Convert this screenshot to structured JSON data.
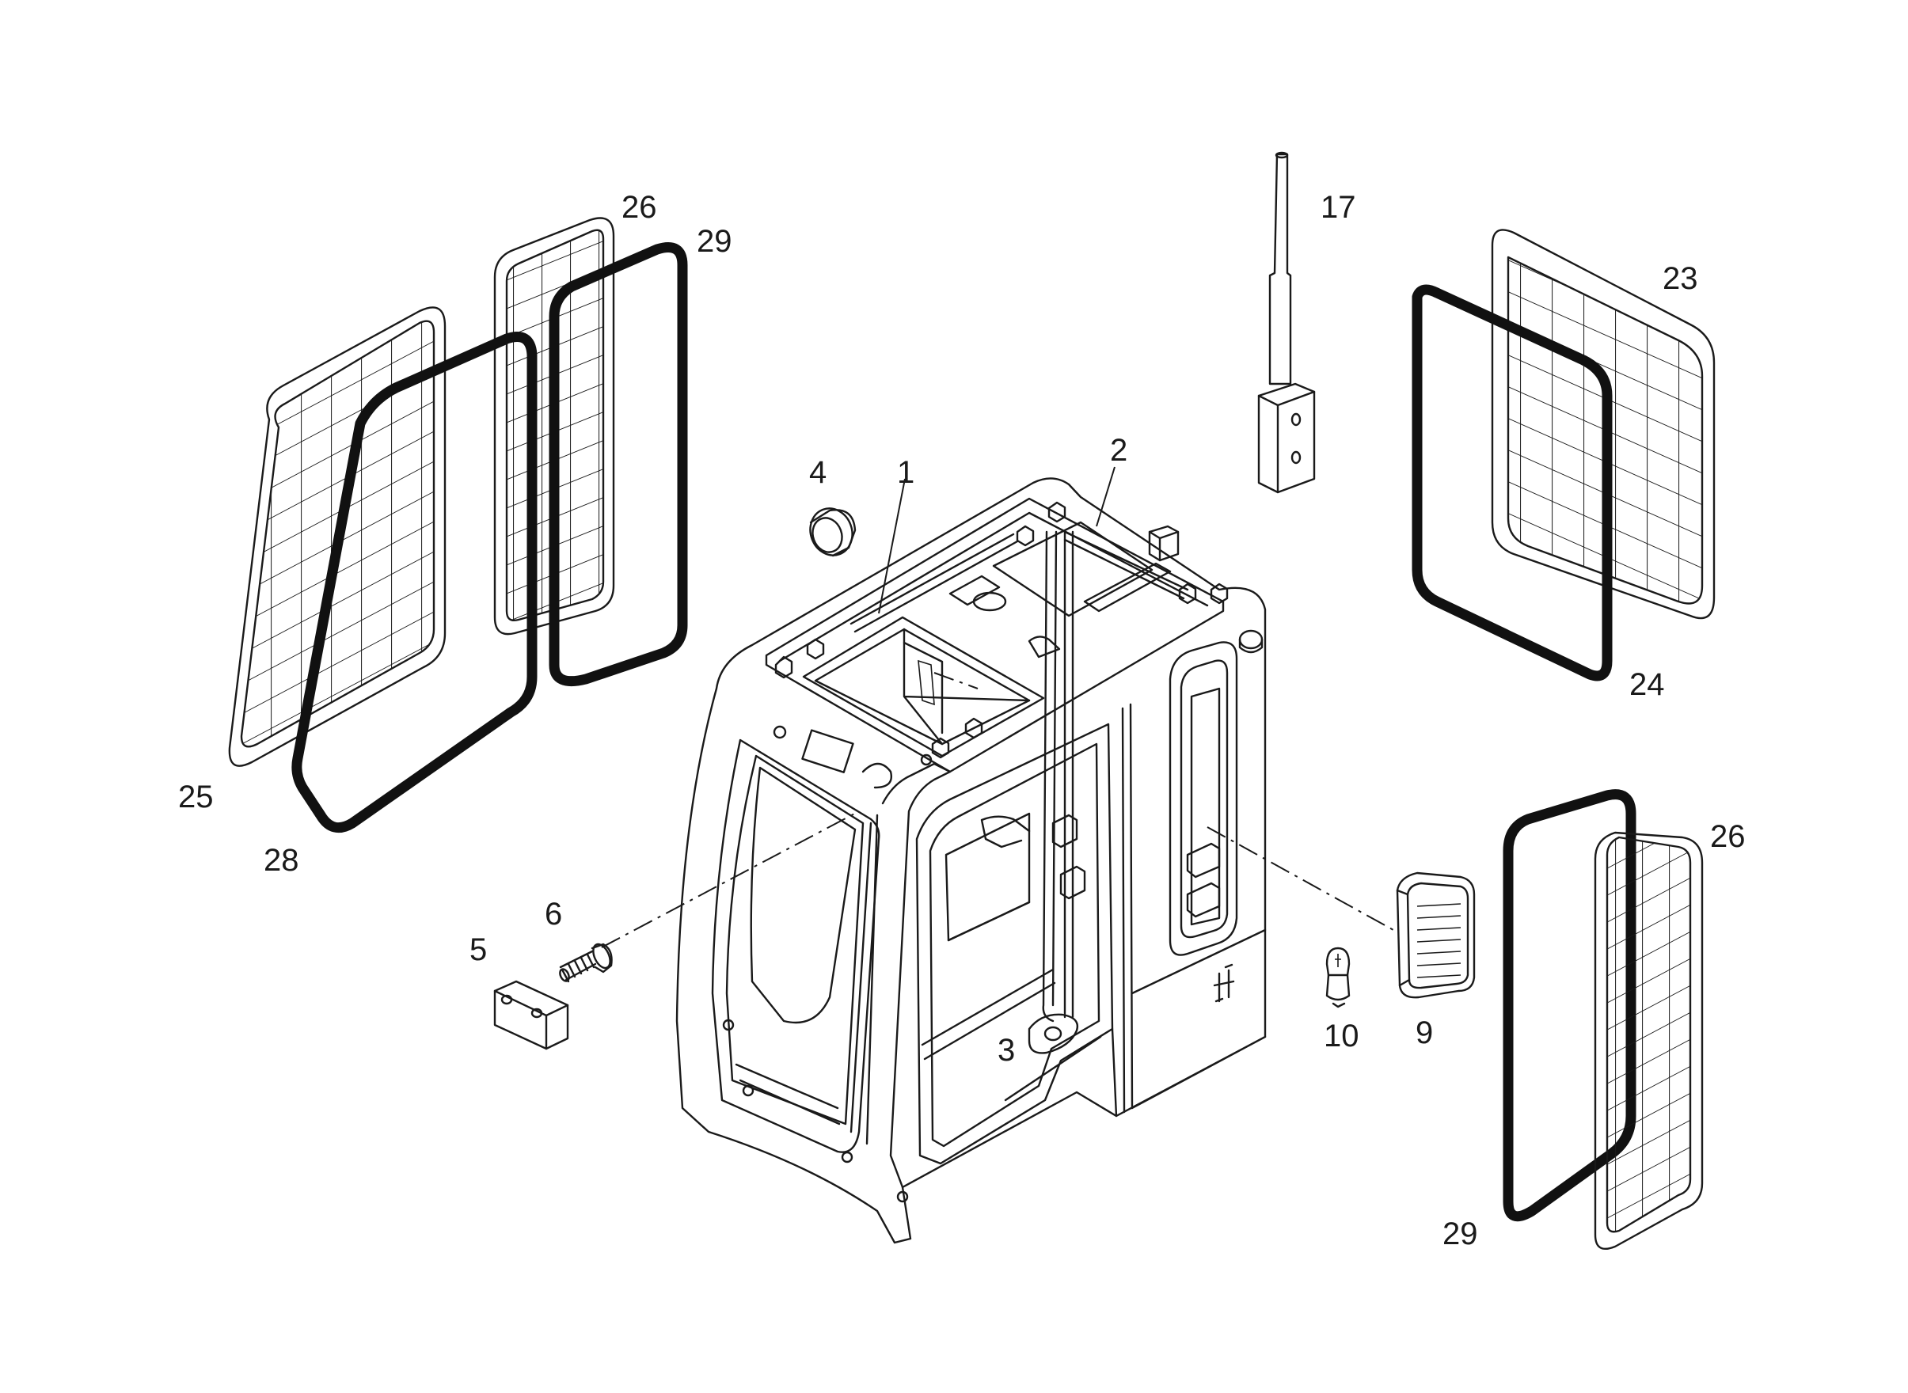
{
  "labels": {
    "l1": "1",
    "l2": "2",
    "l3": "3",
    "l4": "4",
    "l5": "5",
    "l6": "6",
    "l9": "9",
    "l10": "10",
    "l17": "17",
    "l23": "23",
    "l24": "24",
    "l25": "25",
    "l26a": "26",
    "l26b": "26",
    "l28": "28",
    "l29a": "29",
    "l29b": "29"
  },
  "colors": {
    "line": "#1a1a1a",
    "background": "#ffffff"
  }
}
